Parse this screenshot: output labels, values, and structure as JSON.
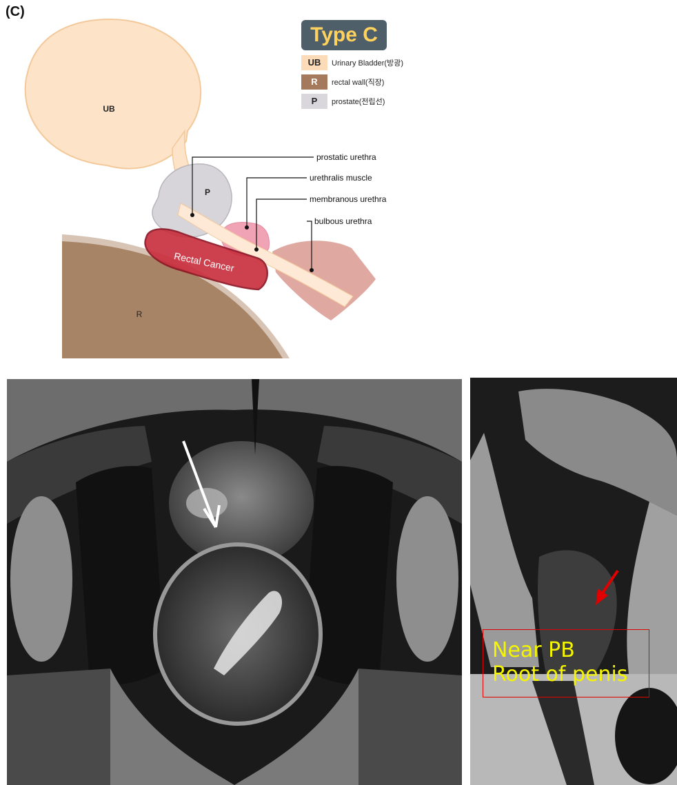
{
  "panel_label": "(C)",
  "type_badge": "Type C",
  "legend": [
    {
      "key": "UB",
      "text": "Urinary Bladder(방광)",
      "color": "#fcdcb8",
      "text_color": "#222222"
    },
    {
      "key": "R",
      "text": "rectal wall(직장)",
      "color": "#a57a5c",
      "text_color": "#ffffff"
    },
    {
      "key": "P",
      "text": "prostate(전립선)",
      "color": "#d9d6dc",
      "text_color": "#222222"
    }
  ],
  "organ_labels": {
    "bladder": "UB",
    "prostate": "P",
    "rectum": "R",
    "tumor": "Rectal Cancer"
  },
  "callouts": [
    "prostatic urethra",
    "urethralis muscle",
    "membranous urethra",
    "bulbous urethra"
  ],
  "mri_right_annotation": [
    "Near PB",
    "Root of penis"
  ],
  "colors": {
    "bladder": "#fde3c7",
    "bladder_stroke": "#f3c89a",
    "prostate": "#d8d5da",
    "rectum": "#a88466",
    "rectum_rim": "#d7c4b4",
    "tumor": "#c9303e",
    "urethralis_muscle": "#f0a3b4",
    "bulbous": "#d99a92",
    "badge_bg": "#4f5f6a",
    "badge_text": "#ffd25e",
    "annotation_text": "#f5f500",
    "annotation_box": "#e00000"
  }
}
